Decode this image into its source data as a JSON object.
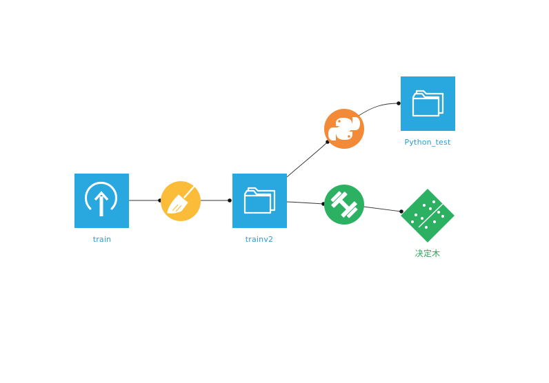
{
  "colors": {
    "dataset": "#29a8df",
    "clean": "#fbbd39",
    "python": "#f28a37",
    "train": "#2bb161",
    "model": "#2bb161",
    "edge": "#222222",
    "label_blue": "#2b9bd7",
    "label_green": "#2ba35a"
  },
  "nodes": {
    "train": {
      "label": "train",
      "icon": "upload-icon"
    },
    "clean": {
      "label": "",
      "icon": "broom-icon"
    },
    "trainv2": {
      "label": "trainv2",
      "icon": "folder-icon"
    },
    "python": {
      "label": "",
      "icon": "python-icon"
    },
    "python_test": {
      "label": "Python_test",
      "icon": "folder-icon"
    },
    "trainer": {
      "label": "",
      "icon": "dumbbell-icon"
    },
    "decision_tree": {
      "label": "决定木",
      "icon": "decision-tree-icon"
    }
  }
}
